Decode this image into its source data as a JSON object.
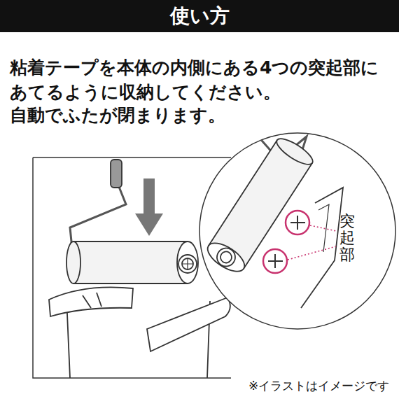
{
  "diagram": {
    "title": "使い方",
    "labels": [
      "粘着テープを本体の内側にある4つの突起部に",
      "あてるように収納してください。",
      "自動でふたが閉まります。",
      "突起部",
      "※イラストはイメージです"
    ]
  }
}
